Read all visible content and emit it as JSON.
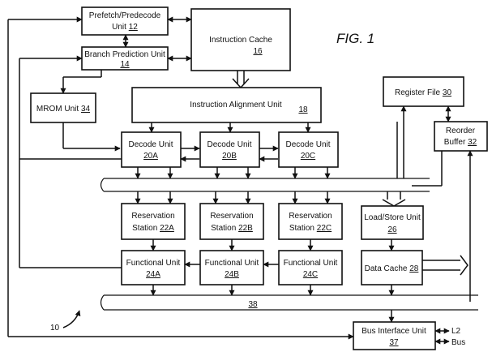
{
  "figure_label": "FIG. 1",
  "system_ref": "10",
  "bus_ref": "38",
  "prefetch": {
    "line1": "Prefetch/Predecode",
    "line2": "Unit",
    "ref": "12"
  },
  "branch": {
    "name": "Branch Prediction Unit",
    "ref": "14"
  },
  "icache": {
    "name": "Instruction Cache",
    "ref": "16"
  },
  "mrom": {
    "name": "MROM Unit",
    "ref": "34"
  },
  "ialign": {
    "name": "Instruction Alignment Unit",
    "ref": "18"
  },
  "regfile": {
    "name": "Register File",
    "ref": "30"
  },
  "reorder": {
    "line1": "Reorder",
    "line2": "Buffer",
    "ref": "32"
  },
  "decode": [
    {
      "name": "Decode Unit",
      "ref": "20A"
    },
    {
      "name": "Decode Unit",
      "ref": "20B"
    },
    {
      "name": "Decode Unit",
      "ref": "20C"
    }
  ],
  "reservation": [
    {
      "line1": "Reservation",
      "line2": "Station",
      "ref": "22A"
    },
    {
      "line1": "Reservation",
      "line2": "Station",
      "ref": "22B"
    },
    {
      "line1": "Reservation",
      "line2": "Station",
      "ref": "22C"
    }
  ],
  "functional": [
    {
      "name": "Functional Unit",
      "ref": "24A"
    },
    {
      "name": "Functional Unit",
      "ref": "24B"
    },
    {
      "name": "Functional Unit",
      "ref": "24C"
    }
  ],
  "loadstore": {
    "name": "Load/Store Unit",
    "ref": "26"
  },
  "dcache": {
    "name": "Data Cache",
    "ref": "28"
  },
  "biu": {
    "name": "Bus Interface Unit",
    "ref": "37",
    "out_l2": "L2",
    "out_bus": "Bus"
  }
}
